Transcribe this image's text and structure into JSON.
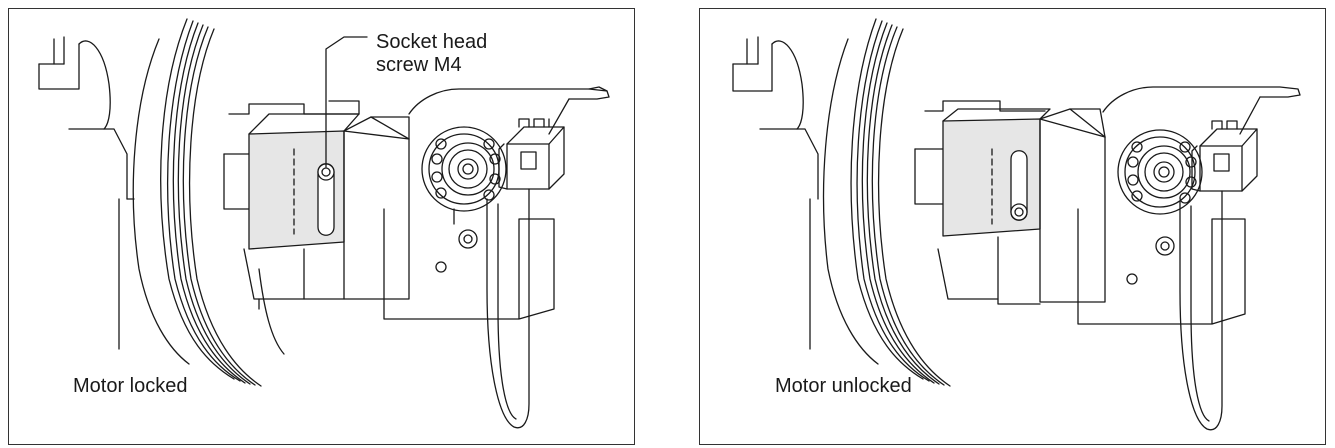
{
  "panels": [
    {
      "caption": "Motor locked",
      "screw_position": "top of slot",
      "callout": {
        "line1": "Socket head",
        "line2": "screw M4"
      }
    },
    {
      "caption": "Motor unlocked",
      "screw_position": "bottom of slot"
    }
  ],
  "colors": {
    "line": "#1a1a1a",
    "plate": "#e6e6e6",
    "border": "#333333"
  }
}
